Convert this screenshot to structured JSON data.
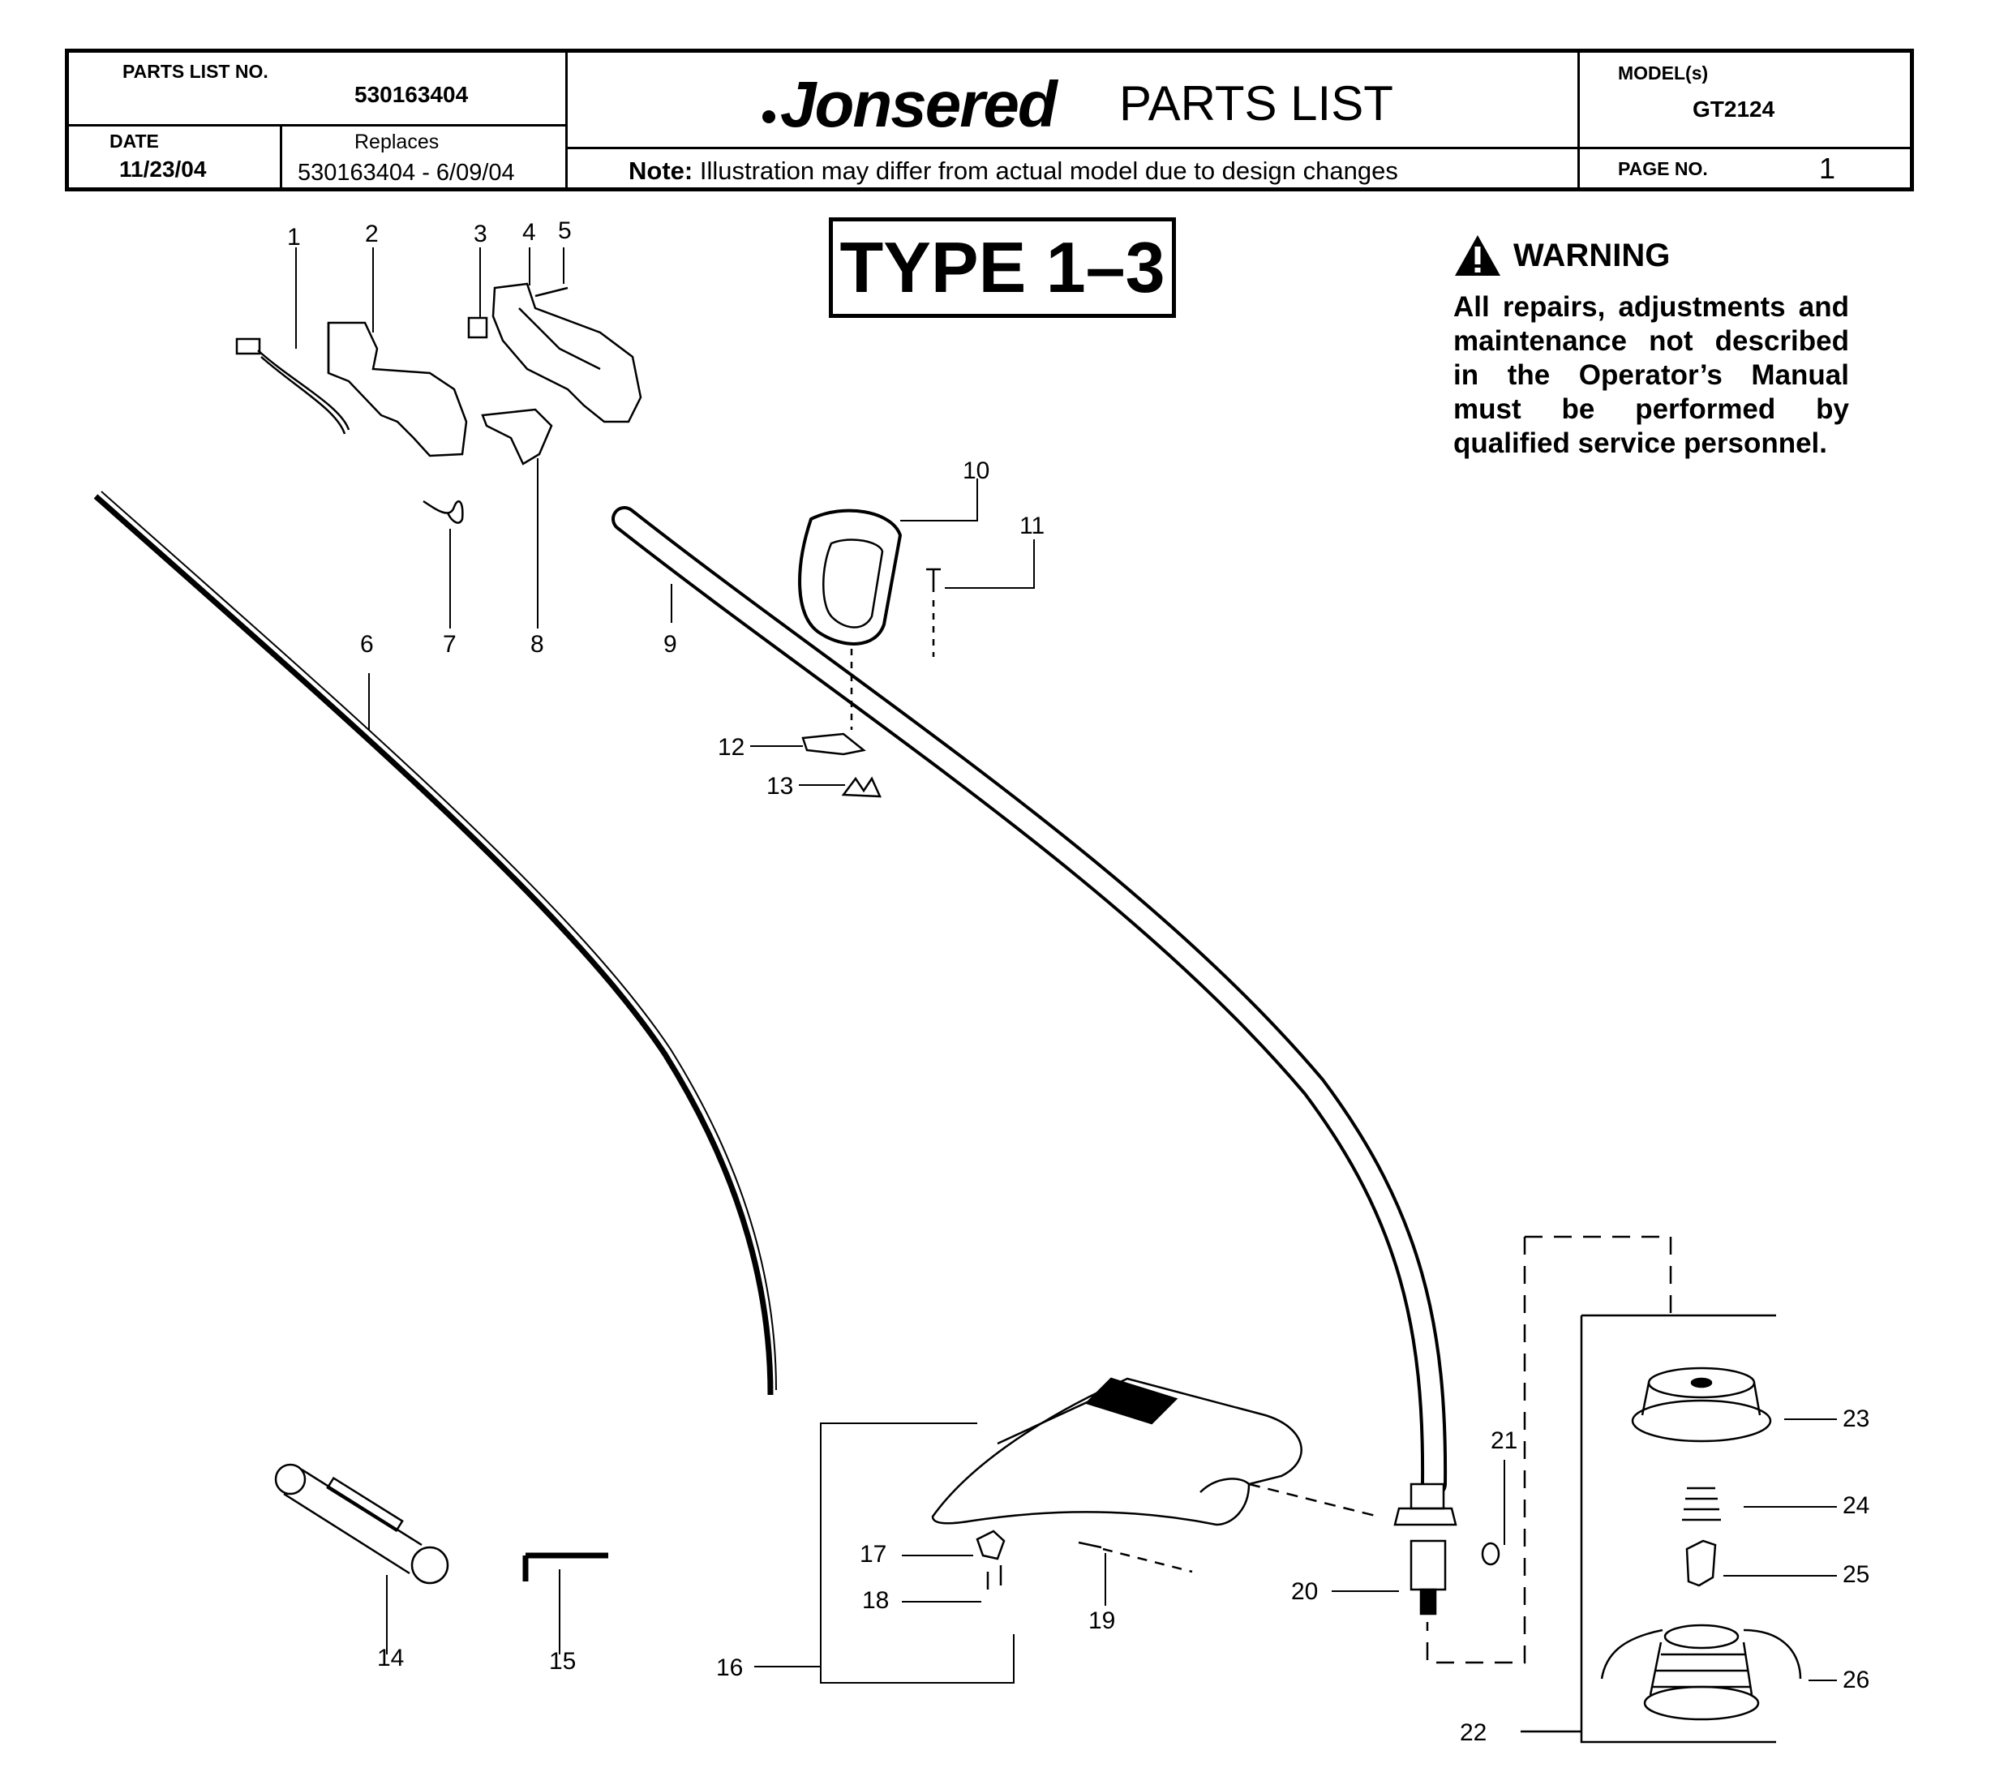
{
  "header": {
    "parts_list_no_label": "PARTS LIST NO.",
    "parts_list_no": "530163404",
    "date_label": "DATE",
    "date": "11/23/04",
    "replaces_label": "Replaces",
    "replaces": "530163404 - 6/09/04",
    "brand": "Jonsered",
    "title": "PARTS LIST",
    "note_label": "Note:",
    "note_text": "Illustration may differ from actual model due to design changes",
    "model_label": "MODEL(s)",
    "model": "GT2124",
    "page_label": "PAGE   NO.",
    "page_no": "1"
  },
  "type_label": "TYPE 1–3",
  "warning": {
    "heading": "WARNING",
    "body": "All repairs, adjustments and maintenance not described in the Operator’s Manual must be performed by qualified service personnel."
  },
  "callouts": [
    "1",
    "2",
    "3",
    "4",
    "5",
    "6",
    "7",
    "8",
    "9",
    "10",
    "11",
    "12",
    "13",
    "14",
    "15",
    "16",
    "17",
    "18",
    "19",
    "20",
    "21",
    "22",
    "23",
    "24",
    "25",
    "26"
  ]
}
